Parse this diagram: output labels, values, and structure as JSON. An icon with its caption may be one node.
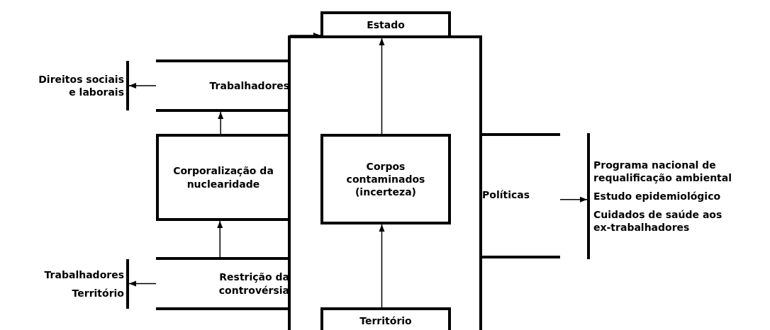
{
  "diagram": {
    "nodes": [
      {
        "text": [
          "Estado"
        ]
      },
      {
        "text": [
          "Direitos sociais e laborais"
        ]
      },
      {
        "text": [
          "Trabalhadores"
        ]
      },
      {
        "text": [],
        "shape": "box"
      },
      {
        "text": [
          "Corporalização da nuclearidade"
        ]
      },
      {
        "text": [
          "Corpos contaminados (incerteza)"
        ],
        "in": 3
      },
      {
        "text": [
          "Políticas"
        ]
      },
      {
        "text": [
          "Programa nacional de requalificação ambiental",
          "Estudo epidemiológico",
          "Cuidados de saúde aos ex-trabalhadores"
        ]
      },
      {
        "text": [
          "Trabalhadores",
          "Território"
        ]
      },
      {
        "text": [
          "Restrição da controvérsia"
        ]
      },
      {
        "text": [
          "Território"
        ],
        "in": 3
      }
    ],
    "edges": [
      {
        "from": 2,
        "to": 1,
        "arrow": "to"
      },
      {
        "from": 4,
        "to": 2,
        "arrow": "to"
      },
      {
        "from": 9,
        "to": 4,
        "arrow": "to"
      },
      {
        "from": 9,
        "to": 8,
        "arrow": "to"
      },
      {
        "from": 5,
        "to": 0,
        "arrow": "to"
      },
      {
        "from": 10,
        "to": 5,
        "arrow": "to"
      },
      {
        "from": 6,
        "to": 7,
        "arrow": "to"
      },
      {
        "from": 3,
        "to": 0,
        "arrow": "to"
      }
    ]
  }
}
